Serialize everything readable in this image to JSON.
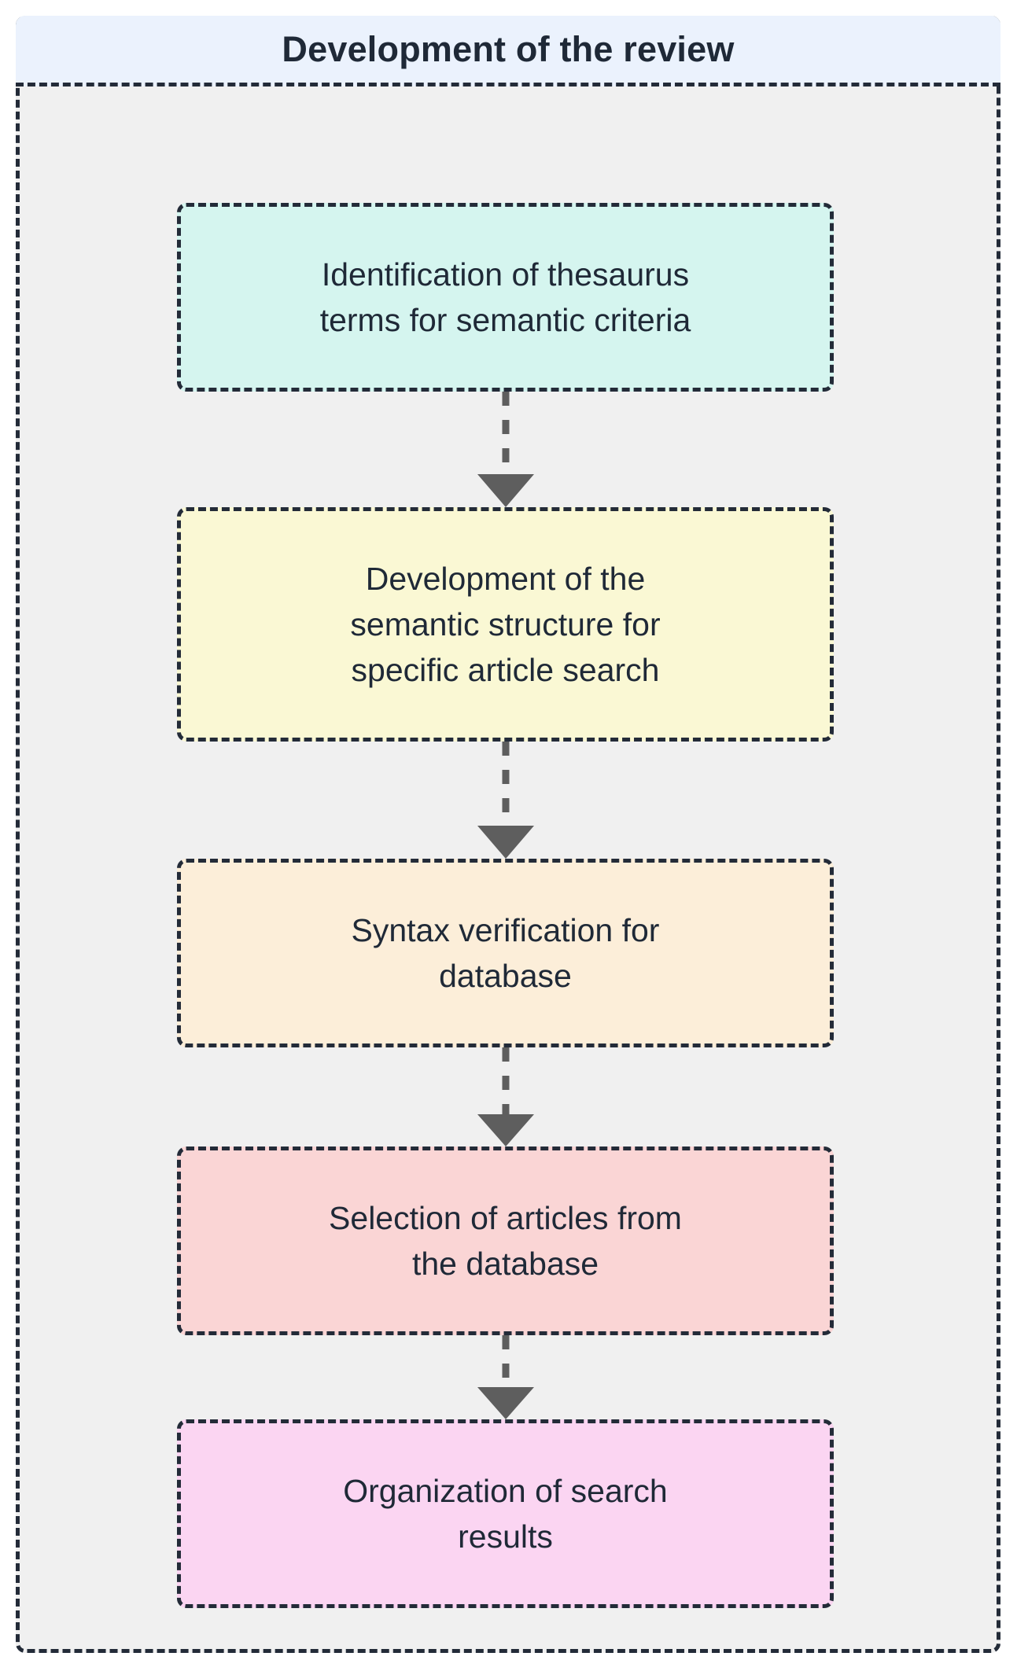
{
  "diagram": {
    "type": "flowchart",
    "orientation": "top-to-bottom",
    "subgraph": {
      "title": "Development of the review",
      "header_fill": "#ebf2fd",
      "body_fill": "#f0f0f0",
      "border_color": "#232b38",
      "border_style": "dashed"
    },
    "nodes": [
      {
        "id": "node-1",
        "label": "Identification of thesaurus\nterms for semantic criteria",
        "fill": "#d5f5ef",
        "border_color": "#232b38",
        "lines": 2
      },
      {
        "id": "node-2",
        "label": "Development of the\nsemantic structure for\nspecific article search",
        "fill": "#faf8d4",
        "border_color": "#232b38",
        "lines": 3
      },
      {
        "id": "node-3",
        "label": "Syntax verification for\ndatabase",
        "fill": "#fceed9",
        "border_color": "#232b38",
        "lines": 2
      },
      {
        "id": "node-4",
        "label": "Selection of articles from\nthe database",
        "fill": "#fad5d5",
        "border_color": "#232b38",
        "lines": 2
      },
      {
        "id": "node-5",
        "label": "Organization of search\nresults",
        "fill": "#fbd5f2",
        "border_color": "#232b38",
        "lines": 2
      }
    ],
    "edges": [
      {
        "id": "edge-1",
        "from": "node-1",
        "to": "node-2",
        "style": "dashed",
        "arrowhead": "triangle",
        "color": "#5e5e5e"
      },
      {
        "id": "edge-2",
        "from": "node-2",
        "to": "node-3",
        "style": "dashed",
        "arrowhead": "triangle",
        "color": "#5e5e5e"
      },
      {
        "id": "edge-3",
        "from": "node-3",
        "to": "node-4",
        "style": "dashed",
        "arrowhead": "triangle",
        "color": "#5e5e5e"
      },
      {
        "id": "edge-4",
        "from": "node-4",
        "to": "node-5",
        "style": "dashed",
        "arrowhead": "triangle",
        "color": "#5e5e5e"
      }
    ]
  }
}
